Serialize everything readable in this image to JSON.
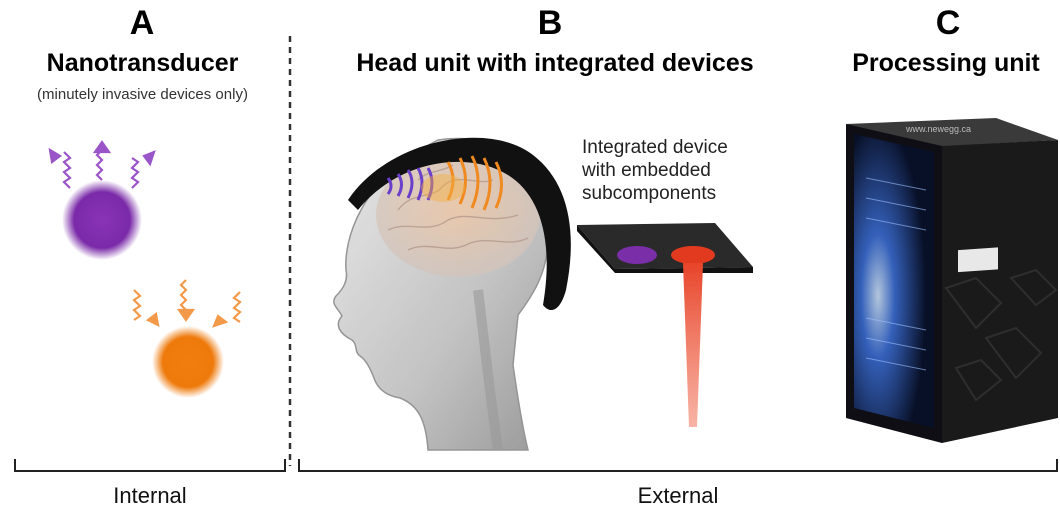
{
  "panels": [
    {
      "letter": "A",
      "title": "Nanotransducer",
      "subtitle": "(minutely invasive devices only)"
    },
    {
      "letter": "B",
      "title": "Head unit with integrated devices",
      "callout": [
        "Integrated device",
        "with embedded",
        "subcomponents"
      ]
    },
    {
      "letter": "C",
      "title": "Processing unit",
      "watermark": "www.newegg.ca"
    }
  ],
  "groups": {
    "internal": "Internal",
    "external": "External"
  },
  "colors": {
    "purple": "#7b2fa6",
    "orange": "#ef7c0f",
    "red": "#e84a2a",
    "divider": "#333333"
  }
}
